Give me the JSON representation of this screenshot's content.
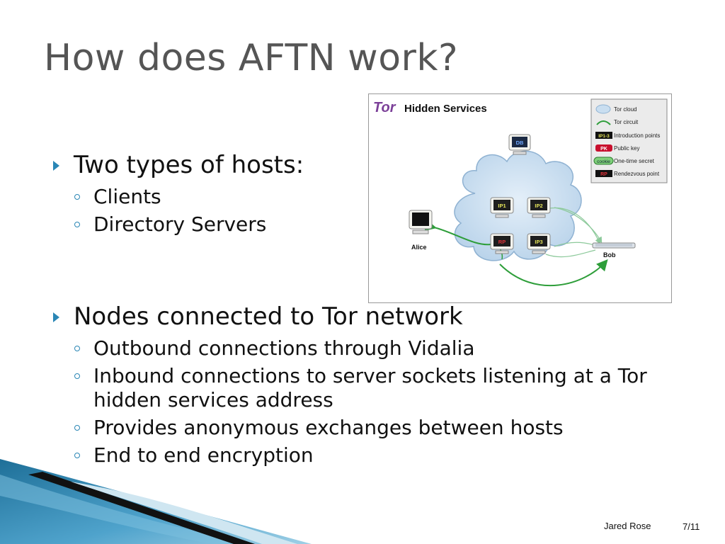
{
  "slide": {
    "title": "How does AFTN work?",
    "sections": [
      {
        "heading": "Two types of hosts:",
        "items": [
          "Clients",
          "Directory Servers"
        ]
      },
      {
        "heading": "Nodes connected to Tor network",
        "items": [
          "Outbound connections through Vidalia",
          "Inbound connections to server sockets listening at a Tor hidden services address",
          "Provides anonymous exchanges between hosts",
          "End to end encryption"
        ]
      }
    ]
  },
  "diagram": {
    "logo": "Tor",
    "title": "Hidden Services",
    "legend": [
      {
        "badge": "",
        "label": "Tor cloud"
      },
      {
        "badge": "",
        "label": "Tor circuit"
      },
      {
        "badge": "IP1-3",
        "label": "Introduction points"
      },
      {
        "badge": "PK",
        "label": "Public key"
      },
      {
        "badge": "cookie",
        "label": "One-time secret"
      },
      {
        "badge": "RP",
        "label": "Rendezvous point"
      }
    ],
    "nodes": {
      "db": "DB",
      "ip1": "IP1",
      "ip2": "IP2",
      "rp": "RP",
      "ip3": "IP3",
      "alice": "Alice",
      "bob": "Bob"
    }
  },
  "footer": {
    "author": "Jared Rose",
    "page": "7/11"
  },
  "colors": {
    "accent": "#2a86b5",
    "title": "#555555",
    "circuit": "#2e9e3a",
    "cloud": "#c9def0"
  }
}
